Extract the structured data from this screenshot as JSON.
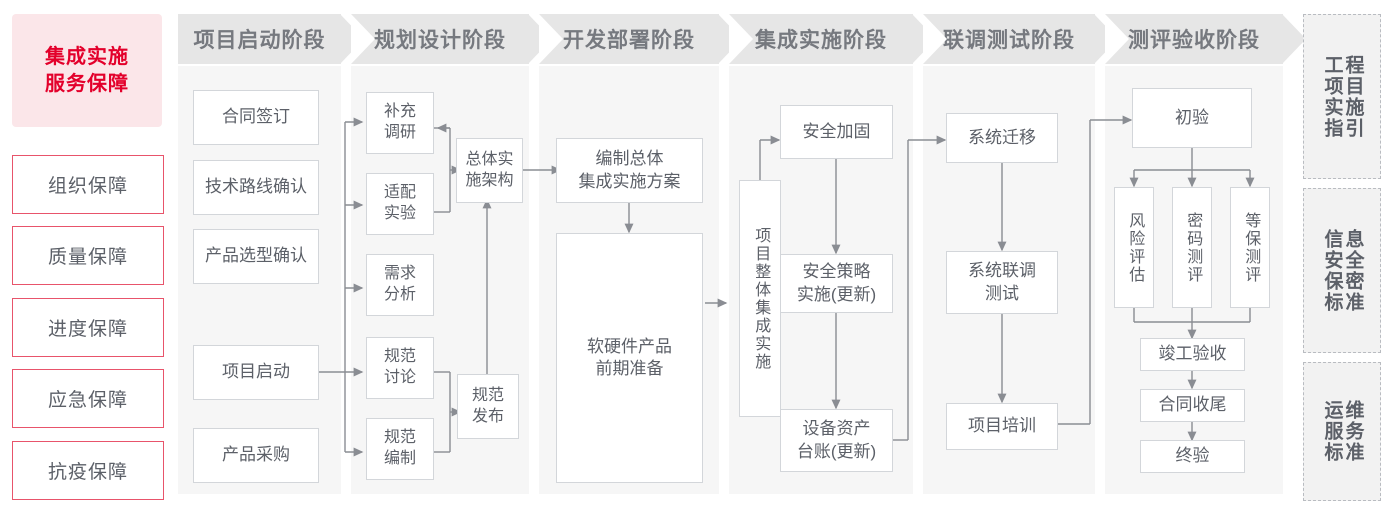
{
  "left_rail": {
    "title": "集成实施\n服务保障",
    "title_line1": "集成实施",
    "title_line2": "服务保障",
    "items": [
      {
        "label": "组织保障"
      },
      {
        "label": "质量保障"
      },
      {
        "label": "进度保障"
      },
      {
        "label": "应急保障"
      },
      {
        "label": "抗疫保障"
      }
    ]
  },
  "phases": [
    {
      "label": "项目启动阶段"
    },
    {
      "label": "规划设计阶段"
    },
    {
      "label": "开发部署阶段"
    },
    {
      "label": "集成实施阶段"
    },
    {
      "label": "联调测试阶段"
    },
    {
      "label": "测评验收阶段"
    }
  ],
  "nodes": {
    "p1_n1": "合同签订",
    "p1_n2": "技术路线确认",
    "p1_n3": "产品选型确认",
    "p1_n4": "项目启动",
    "p1_n5": "产品采购",
    "p2_n1": "补充\n调研",
    "p2_n2": "适配\n实验",
    "p2_n3": "需求\n分析",
    "p2_n4": "规范\n讨论",
    "p2_n5": "规范\n编制",
    "p2_arch": "总体实\n施架构",
    "p2_pub": "规范\n发布",
    "p3_n1": "编制总体\n集成实施方案",
    "p3_n2": "软硬件产品\n前期准备",
    "p4_trunk": "项目整体集成实施",
    "p4_n1": "安全加固",
    "p4_n2": "安全策略\n实施(更新)",
    "p4_n3": "设备资产\n台账(更新)",
    "p5_n1": "系统迁移",
    "p5_n2": "系统联调\n测试",
    "p5_n3": "项目培训",
    "p6_n1": "初验",
    "p6_n2": "风险评估",
    "p6_n3": "密码测评",
    "p6_n4": "等保测评",
    "p6_n5": "竣工验收",
    "p6_n6": "合同收尾",
    "p6_n7": "终验"
  },
  "right_rail": {
    "boxes": [
      {
        "col_right": "程目施引",
        "col_left": "工项实指",
        "full": "工程项目实施指引"
      },
      {
        "col_right": "息全密准",
        "col_left": "信安保标",
        "full": "信息安全保密标准"
      },
      {
        "col_right": "维务准",
        "col_left": "运服标",
        "full": "运维服务标准"
      }
    ]
  },
  "colors": {
    "brand_red": "#e3002b",
    "left_item_border": "#e8546b",
    "title_bg": "#fbe6e9",
    "phase_head_bg": "#e6e6e6",
    "phase_body_bg": "#f6f6f6",
    "node_border": "#d3d6da",
    "text_gray": "#5c6068",
    "connector": "#8a8d93"
  }
}
